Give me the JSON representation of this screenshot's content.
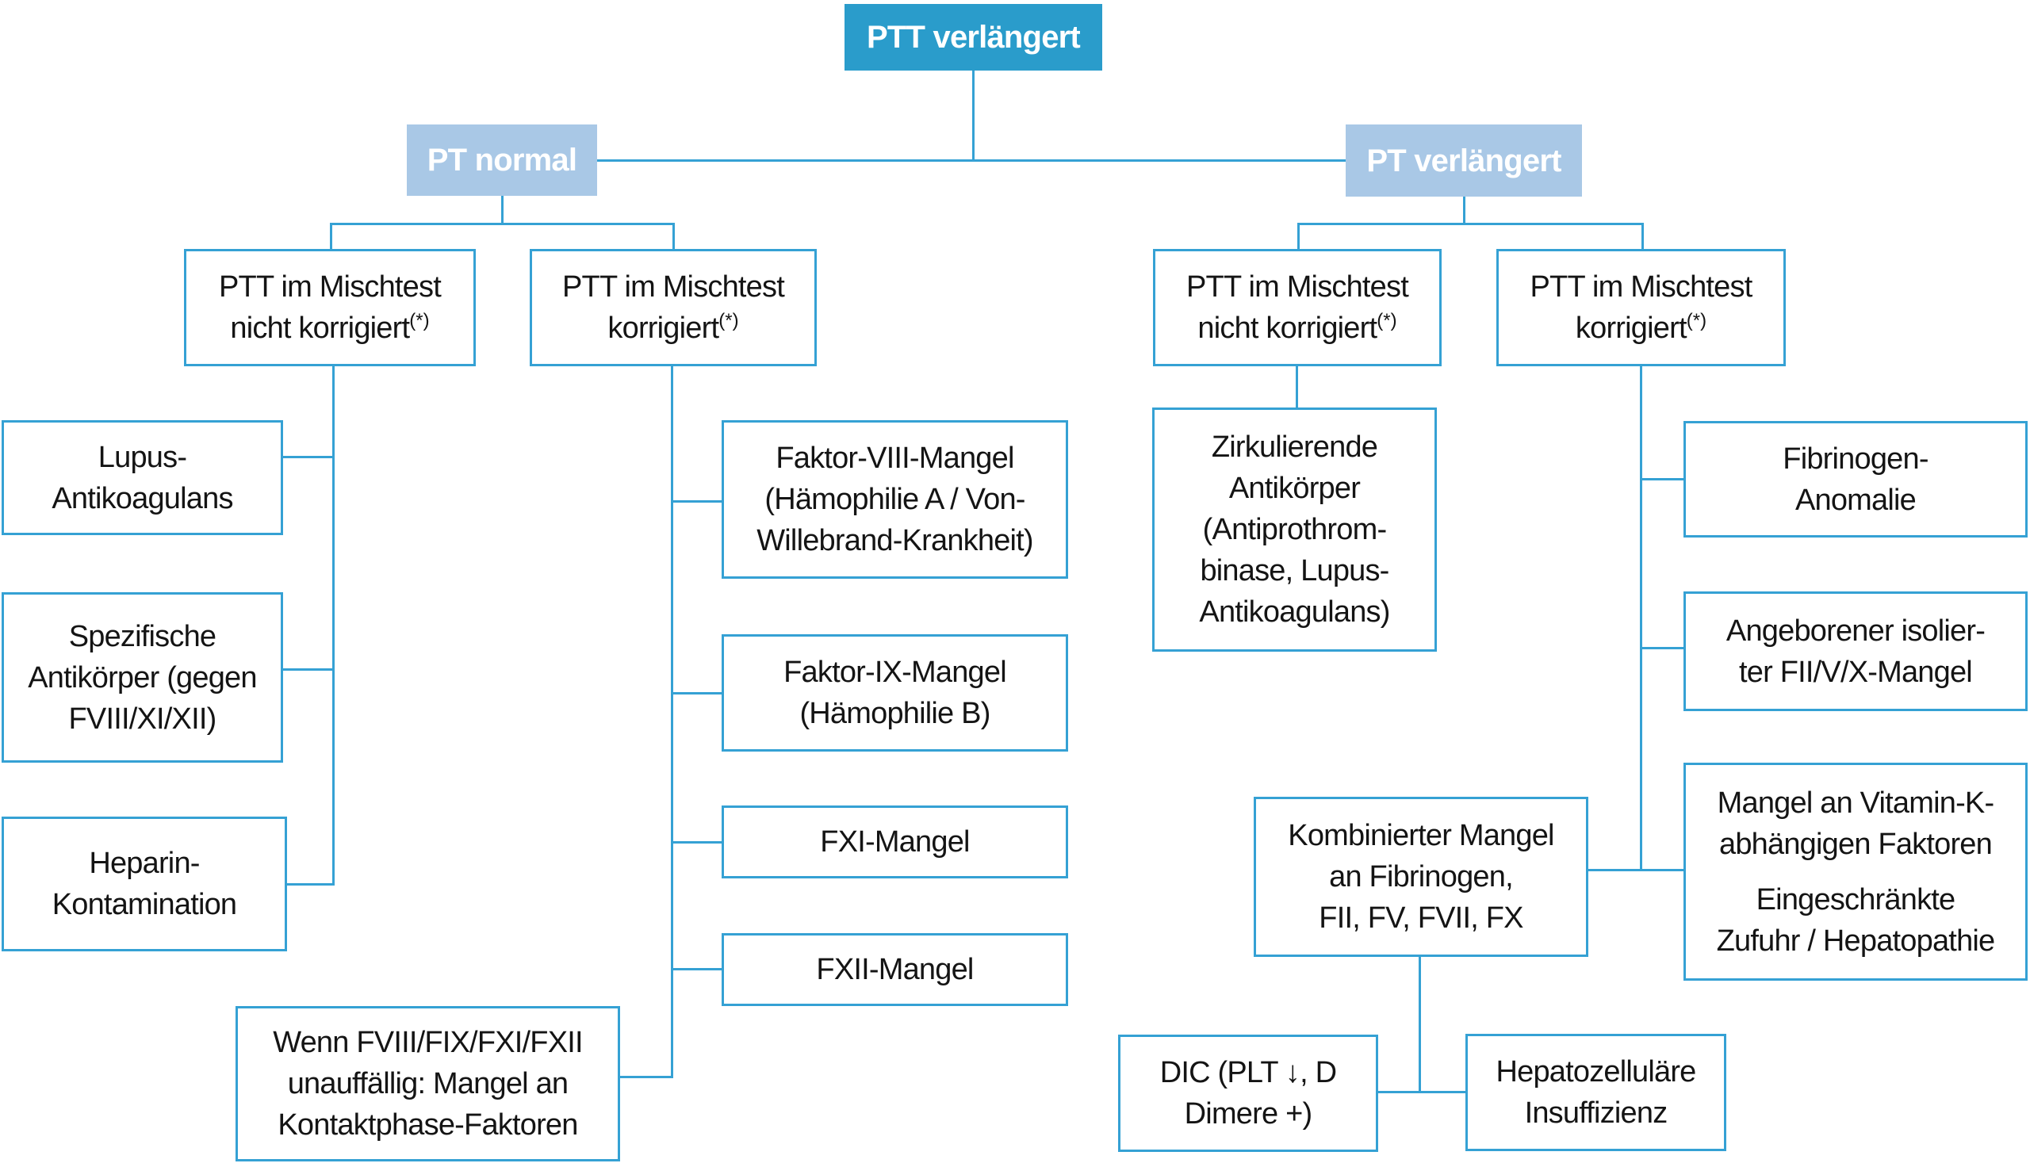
{
  "colors": {
    "root_box_bg": "#2a9ccb",
    "branch_box_bg": "#a9c8e6",
    "box_border": "#35a1d4",
    "connector_line": "#35a1d4",
    "box_text": "#141414",
    "header_text": "#ffffff"
  },
  "root": {
    "label": "PTT verlängert"
  },
  "level2": {
    "left": {
      "label": "PT normal"
    },
    "right": {
      "label": "PT verlängert"
    }
  },
  "mixtest": {
    "not_corrected": {
      "label": "PTT im Mischtest\nnicht korrigiert",
      "sup": "(*)"
    },
    "corrected": {
      "label": "PTT im Mischtest\nkorrigiert",
      "sup": "(*)"
    }
  },
  "leaves": {
    "lupus": {
      "label": "Lupus-\nAntikoagulans"
    },
    "specific_antibodies": {
      "label": "Spezifische\nAntikörper (gegen\nFVIII/XI/XII)"
    },
    "heparin": {
      "label": "Heparin-\nKontamination"
    },
    "factor8": {
      "label": "Faktor-VIII-Mangel\n(Hämophilie A / Von-\nWillebrand-Krankheit)"
    },
    "factor9": {
      "label": "Faktor-IX-Mangel\n(Hämophilie B)"
    },
    "factor11": {
      "label": "FXI-Mangel"
    },
    "factor12": {
      "label": "FXII-Mangel"
    },
    "contact_phase": {
      "label": "Wenn FVIII/FIX/FXI/FXII\nunauffällig: Mangel an\nKontaktphase-Faktoren"
    },
    "circulating_antibodies": {
      "label": "Zirkulierende\nAntikörper\n(Antiprothrom-\nbinase, Lupus-\nAntikoagulans)"
    },
    "fibrinogen_anomaly": {
      "label": "Fibrinogen-\nAnomalie"
    },
    "congenital_deficiency": {
      "label": "Angeborener isolier-\nter FII/V/X-Mangel"
    },
    "vitamin_k": {
      "para1": "Mangel an Vitamin-K-\nabhängigen Faktoren",
      "para2": "Eingeschränkte\nZufuhr / Hepatopathie"
    },
    "combined_deficiency": {
      "label": "Kombinierter Mangel\nan Fibrinogen,\nFII, FV, FVII, FX"
    },
    "dic": {
      "label": "DIC (PLT ↓, D\nDimere +)"
    },
    "hepatocellular": {
      "label": "Hepatozelluläre\nInsuffizienz"
    }
  }
}
